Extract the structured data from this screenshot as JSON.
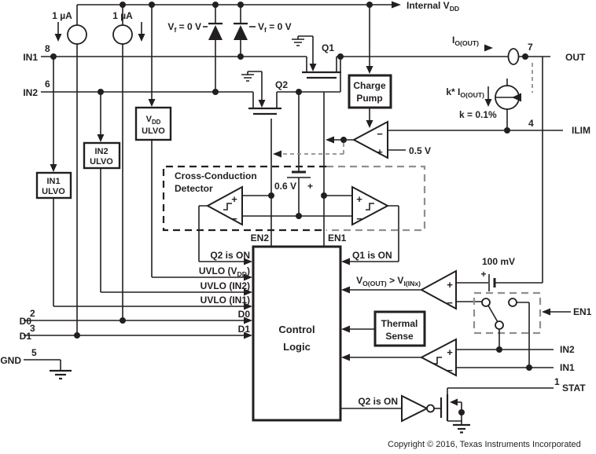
{
  "colors": {
    "line": "#231f20",
    "gray": "#8f8f8f",
    "bg": "#ffffff"
  },
  "pins": {
    "in1": {
      "label": "IN1",
      "num": "8"
    },
    "in2": {
      "label": "IN2",
      "num": "6"
    },
    "d0": {
      "label": "D0",
      "num": "2"
    },
    "d1": {
      "label": "D1",
      "num": "3"
    },
    "gnd": {
      "label": "GND",
      "num": "5"
    },
    "out": {
      "label": "OUT",
      "num": "7"
    },
    "ilim": {
      "label": "ILIM",
      "num": "4"
    },
    "stat": {
      "label": "STAT",
      "num": "1"
    },
    "en1": {
      "label": "EN1"
    },
    "in2r": {
      "label": "IN2"
    },
    "in1r": {
      "label": "IN1"
    }
  },
  "blocks": {
    "charge_pump": {
      "line1": "Charge",
      "line2": "Pump"
    },
    "control": {
      "line1": "Control",
      "line2": "Logic"
    },
    "thermal": {
      "line1": "Thermal",
      "line2": "Sense"
    },
    "vdd_ulvo": {
      "line1": "V_{DD}",
      "line2": "ULVO"
    },
    "in2_ulvo": {
      "line1": "IN2",
      "line2": "ULVO"
    },
    "in1_ulvo": {
      "line1": "IN1",
      "line2": "ULVO"
    },
    "ccd": {
      "line1": "Cross-Conduction",
      "line2": "Detector"
    }
  },
  "signals": {
    "q2_is_on": "Q2 is ON",
    "q1_is_on": "Q1 is ON",
    "q2_is_on_out": "Q2 is ON",
    "uvlo_vdd": "UVLO (V_{DD})",
    "uvlo_in2": "UVLO (IN2)",
    "uvlo_in1": "UVLO (IN1)",
    "d0": "D0",
    "d1": "D1",
    "en2": "EN2",
    "en1": "EN1",
    "vo_gt_vi": "V_{O(OUT)} > V_{I(INx)}"
  },
  "values": {
    "cs1": "1 µA",
    "cs2": "1 µA",
    "vf1": "V_{f} = 0 V",
    "vf2": "V_{f} = 0 V",
    "q1": "Q1",
    "q2": "Q2",
    "internal_vdd": "Internal V_{DD}",
    "io_out": "I_{O(OUT)}",
    "k_io": "k* I_{O(OUT)}",
    "k_val": "k = 0.1%",
    "vref_ilim": "0.5 V",
    "vref_ccd": "0.6 V",
    "vref_rev": "100 mV",
    "plus": "+",
    "minus": "−"
  },
  "footer": {
    "copyright": "Copyright © 2016, Texas Instruments Incorporated"
  }
}
